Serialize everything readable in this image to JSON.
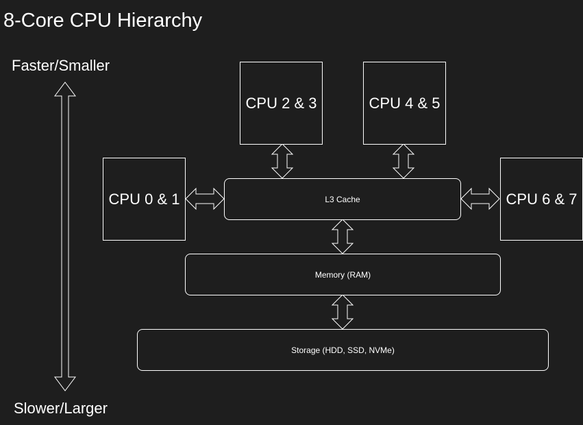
{
  "title": "8-Core CPU Hierarchy",
  "axis": {
    "top_label": "Faster/Smaller",
    "bottom_label": "Slower/Larger"
  },
  "cpus": [
    {
      "label": "CPU 0 & 1"
    },
    {
      "label": "CPU 2 & 3"
    },
    {
      "label": "CPU 4 & 5"
    },
    {
      "label": "CPU 6 & 7"
    }
  ],
  "l3": {
    "label": "L3 Cache"
  },
  "memory": {
    "label": "Memory (RAM)"
  },
  "storage": {
    "label": "Storage (HDD, SSD, NVMe)"
  },
  "colors": {
    "background": "#1e1e1e",
    "stroke": "#ffffff",
    "text": "#ffffff"
  }
}
